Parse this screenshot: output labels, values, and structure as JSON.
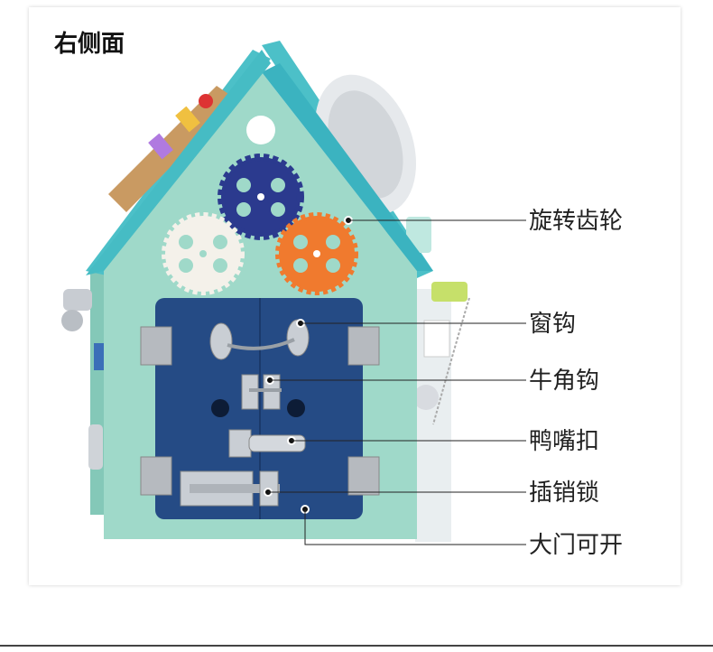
{
  "title": "右侧面",
  "callouts": [
    {
      "label": "旋转齿轮"
    },
    {
      "label": "窗钩"
    },
    {
      "label": "牛角钩"
    },
    {
      "label": "鸭嘴扣"
    },
    {
      "label": "插销锁"
    },
    {
      "label": "大门可开"
    }
  ],
  "colors": {
    "house_body": "#9fd9c9",
    "roof": "#4cc0c8",
    "door": "#254b85",
    "gear_blue": "#2b3a8e",
    "gear_orange": "#f07a2e",
    "gear_white": "#f4f1ea",
    "leader_line": "#222222"
  }
}
